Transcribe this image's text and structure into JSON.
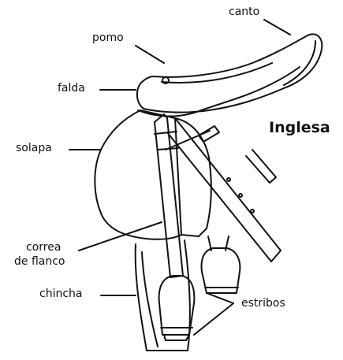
{
  "title": "Inglesa",
  "labels": {
    "canto": "canto",
    "pomo": "pomo",
    "falda": "falda",
    "solapa": "solapa",
    "correa_line1": "correa",
    "correa_line2": "de flanco",
    "chincha": "chincha",
    "estribos": "estribos"
  },
  "colors": {
    "ink": "#111111",
    "background": "#ffffff"
  }
}
